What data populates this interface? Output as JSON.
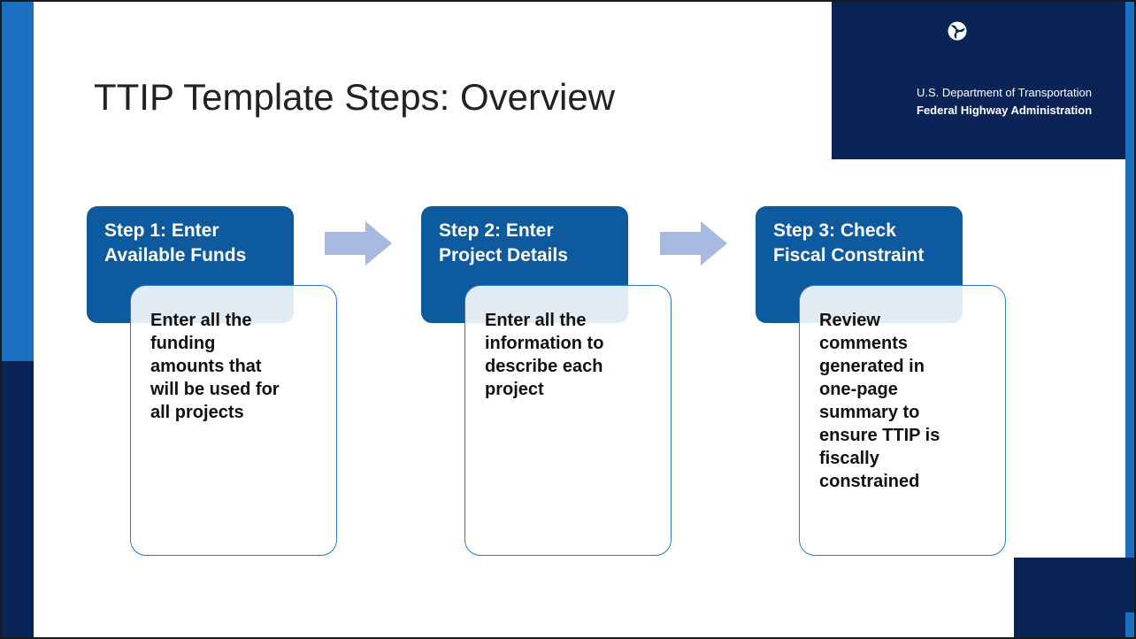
{
  "slide": {
    "title": "TTIP Template Steps: Overview",
    "logo": {
      "agency": "U.S. Department of Transportation",
      "administration": "Federal Highway Administration",
      "icon": "dot-triskelion-icon"
    },
    "colors": {
      "navy": "#0b2457",
      "accent_blue": "#1b6fc1",
      "step_header": "#0e5a9f",
      "arrow": "#a7b9df"
    },
    "steps": [
      {
        "heading": [
          "Step 1: Enter",
          "Available Funds"
        ],
        "description": [
          "Enter all the",
          "funding",
          "amounts that",
          "will be used for",
          "all projects"
        ]
      },
      {
        "heading": [
          "Step 2: Enter",
          "Project Details"
        ],
        "description": [
          "Enter all the",
          "information to",
          "describe each",
          "project"
        ]
      },
      {
        "heading": [
          "Step 3: Check",
          "Fiscal Constraint"
        ],
        "description": [
          "Review",
          "comments",
          "generated in",
          "one-page",
          "summary to",
          "ensure TTIP is",
          "fiscally",
          "constrained"
        ]
      }
    ]
  }
}
